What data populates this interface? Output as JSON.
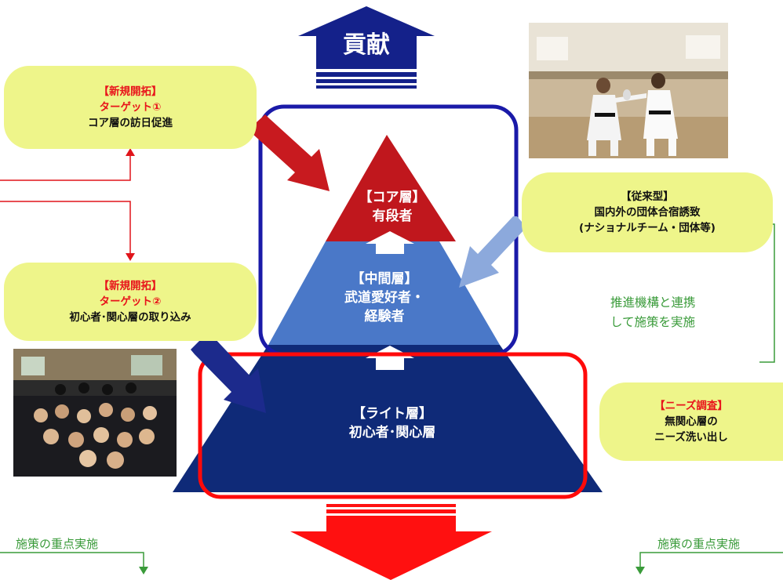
{
  "top_arrow": {
    "label": "貢献"
  },
  "targets": {
    "target1": {
      "tag": "【新規開拓】",
      "target": "ターゲット①",
      "desc": "コア層の訪日促進"
    },
    "target2": {
      "tag": "【新規開拓】",
      "target": "ターゲット②",
      "desc": "初心者･関心層の取り込み"
    },
    "conventional": {
      "line1": "【従来型】",
      "line2": "国内外の団体合宿誘致",
      "line3": "(ナショナルチーム・団体等)"
    },
    "needs": {
      "tag": "【ニーズ調査】",
      "line2": "無関心層の",
      "line3": "ニーズ洗い出し"
    }
  },
  "pyramid": {
    "core": {
      "line1": "【コア層】",
      "line2": "有段者"
    },
    "middle": {
      "line1": "【中間層】",
      "line2": "武道愛好者・",
      "line3": "経験者"
    },
    "light": {
      "line1": "【ライト層】",
      "line2": "初心者･関心層"
    }
  },
  "side_notes": {
    "partner": {
      "line1": "推進機構と連携",
      "line2": "して施策を実施"
    },
    "focus_left": "施策の重点実施",
    "focus_right": "施策の重点実施"
  },
  "colors": {
    "core": "#c0171d",
    "middle": "#4472c4",
    "light": "#0d2470",
    "bubble": "#eef58a",
    "accent_red": "#e8141b",
    "green": "#3a9b3a",
    "navy_arrow": "#1c2a8c"
  }
}
